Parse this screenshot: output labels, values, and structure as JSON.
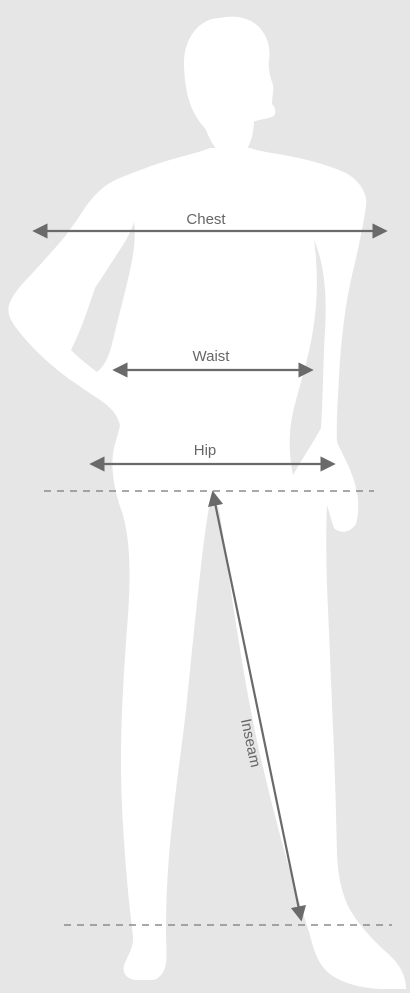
{
  "labels": {
    "chest": "Chest",
    "waist": "Waist",
    "hip": "Hip",
    "inseam": "Inseam"
  },
  "colors": {
    "background": "#e6e6e6",
    "figure": "#ffffff",
    "lines": "#6a6a6a",
    "text": "#666666"
  },
  "icons": {
    "figure": "mannequin-silhouette-icon",
    "arrow_left": "arrow-left-icon",
    "arrow_right": "arrow-right-icon"
  }
}
